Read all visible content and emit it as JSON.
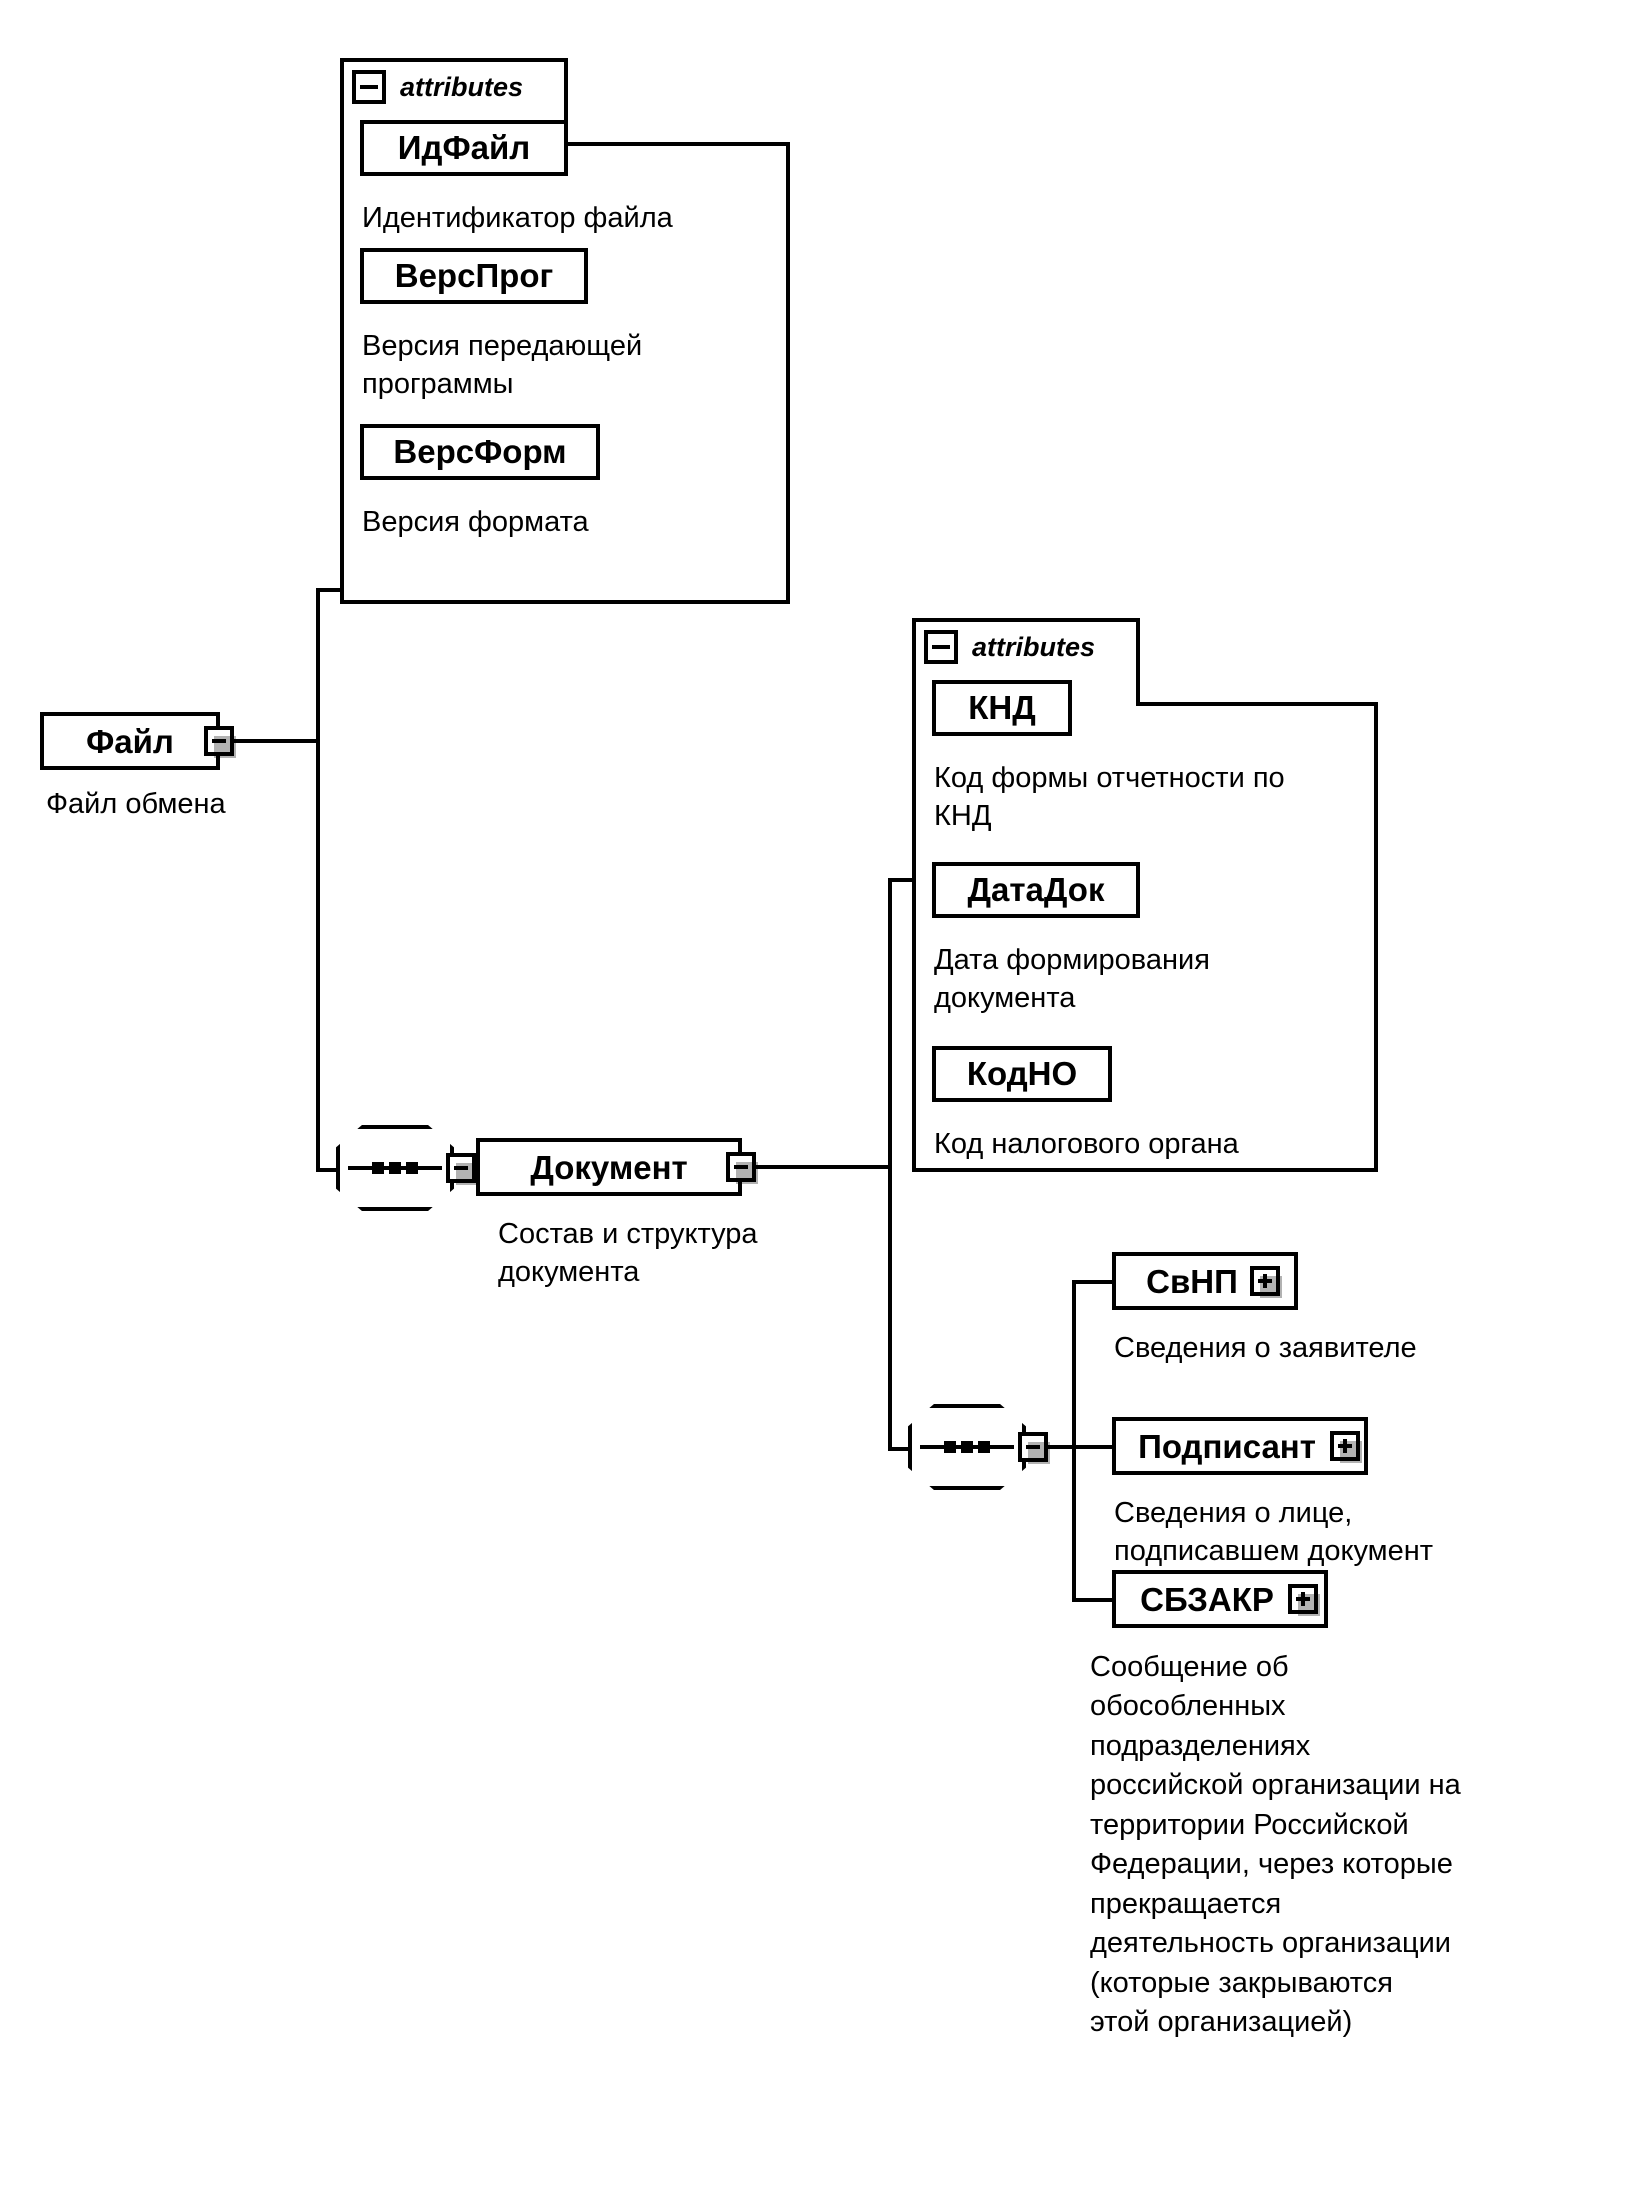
{
  "diagram": {
    "type": "xml-schema-tree",
    "title": "",
    "attributes_header_label": "attributes",
    "root": {
      "name": "Файл",
      "caption": "Файл обмена",
      "toggle": "minus"
    },
    "file_attributes": [
      {
        "name": "ИдФайл",
        "caption": "Идентификатор файла"
      },
      {
        "name": "ВерсПрог",
        "caption": "Версия передающей\nпрограммы"
      },
      {
        "name": "ВерсФорм",
        "caption": "Версия формата"
      }
    ],
    "document": {
      "name": "Документ",
      "caption": "Состав и структура\nдокумента",
      "toggle": "minus"
    },
    "document_attributes": [
      {
        "name": "КНД",
        "caption": "Код формы отчетности по\nКНД"
      },
      {
        "name": "ДатаДок",
        "caption": "Дата формирования\nдокумента"
      },
      {
        "name": "КодНО",
        "caption": "Код налогового органа"
      }
    ],
    "document_children": [
      {
        "name": "СвНП",
        "toggle": "plus",
        "caption": "Сведения о заявителе"
      },
      {
        "name": "Подписант",
        "toggle": "plus",
        "caption": "Сведения о лице,\nподписавшем документ"
      },
      {
        "name": "СБЗАКР",
        "toggle": "plus",
        "caption": "Сообщение об\nобособленных\nподразделениях\nроссийской организации на\nтерритории Российской\nФедерации, через которые\nпрекращается\nдеятельность организации\n(которые закрываются\nэтой организацией)"
      }
    ],
    "colors": {
      "line": "#000000",
      "background": "#ffffff",
      "shadow": "#999999"
    }
  }
}
